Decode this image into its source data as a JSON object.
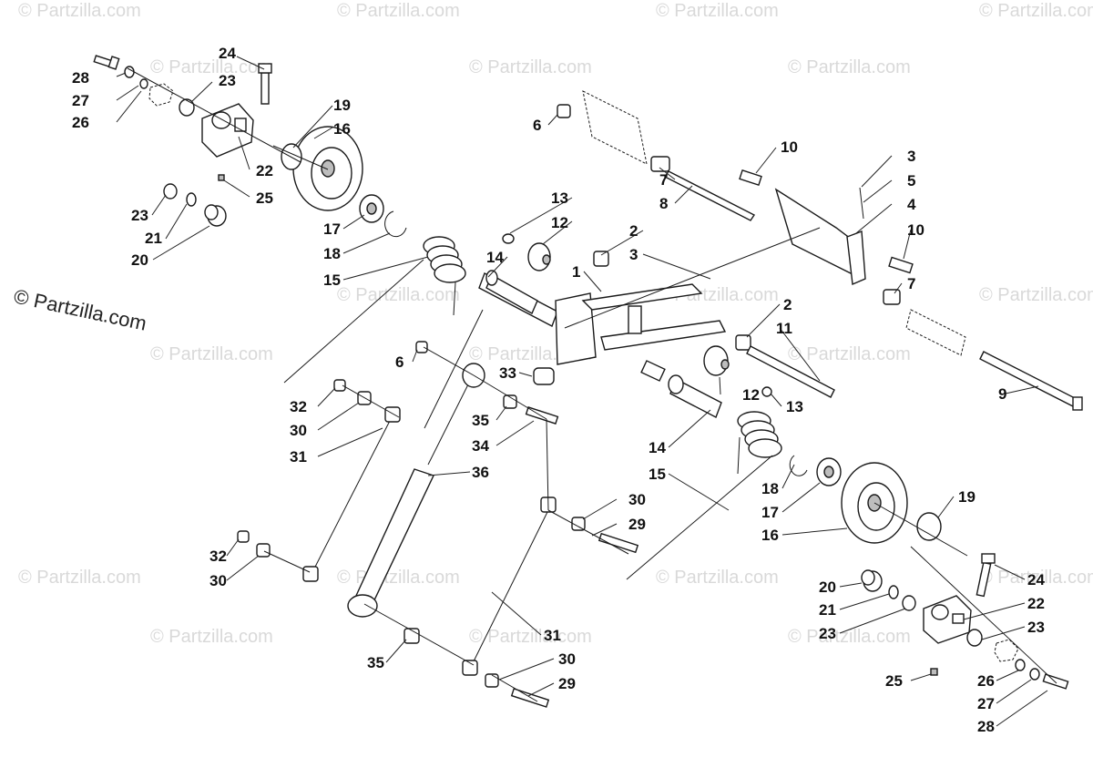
{
  "watermarks": {
    "main": "© Partzilla.com",
    "faint": "© Partzilla.com"
  },
  "callouts": {
    "c1": "1",
    "c2a": "2",
    "c2b": "2",
    "c3a": "3",
    "c3b": "3",
    "c4": "4",
    "c5": "5",
    "c6a": "6",
    "c6b": "6",
    "c7a": "7",
    "c7b": "7",
    "c8": "8",
    "c9": "9",
    "c10a": "10",
    "c10b": "10",
    "c11": "11",
    "c12a": "12",
    "c12b": "12",
    "c13a": "13",
    "c13b": "13",
    "c14a": "14",
    "c14b": "14",
    "c15a": "15",
    "c15b": "15",
    "c16a": "16",
    "c16b": "16",
    "c17a": "17",
    "c17b": "17",
    "c18a": "18",
    "c18b": "18",
    "c19a": "19",
    "c19b": "19",
    "c20a": "20",
    "c20b": "20",
    "c21a": "21",
    "c21b": "21",
    "c22a": "22",
    "c22b": "22",
    "c23a": "23",
    "c23b": "23",
    "c23c": "23",
    "c23d": "23",
    "c24a": "24",
    "c24b": "24",
    "c25a": "25",
    "c25b": "25",
    "c26a": "26",
    "c26b": "26",
    "c27a": "27",
    "c27b": "27",
    "c28a": "28",
    "c28b": "28",
    "c29a": "29",
    "c29b": "29",
    "c30a": "30",
    "c30b": "30",
    "c30c": "30",
    "c30d": "30",
    "c31a": "31",
    "c31b": "31",
    "c32a": "32",
    "c32b": "32",
    "c33": "33",
    "c34": "34",
    "c35a": "35",
    "c35b": "35",
    "c36": "36"
  }
}
